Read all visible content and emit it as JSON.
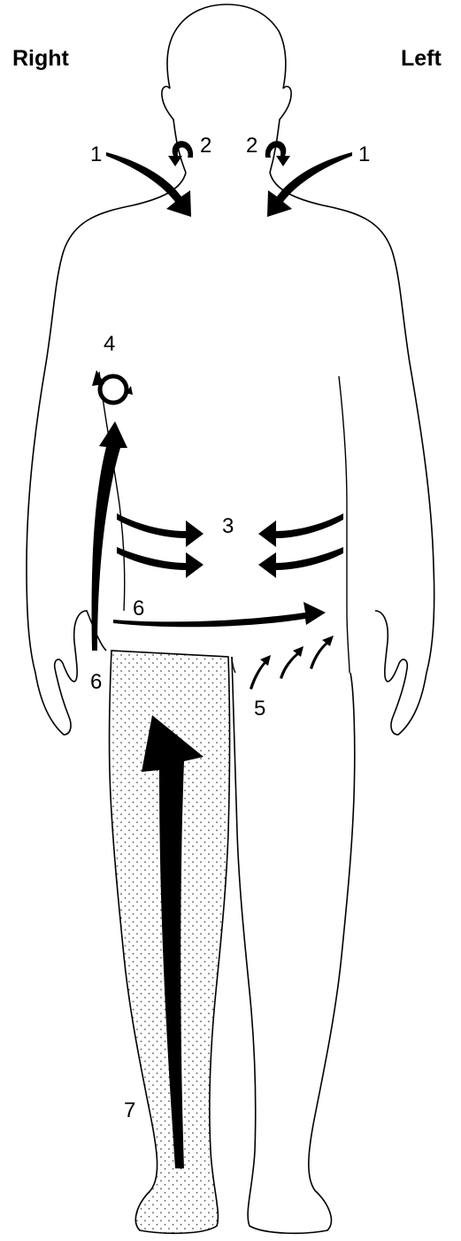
{
  "labels": {
    "right": "Right",
    "left": "Left"
  },
  "markers": {
    "neck_outer_right": "1",
    "neck_outer_left": "1",
    "neck_inner_right": "2",
    "neck_inner_left": "2",
    "abdomen": "3",
    "liver_circle": "4",
    "groin": "5",
    "flank_horizontal": "6",
    "flank_vertical": "6",
    "leg": "7"
  },
  "colors": {
    "outline": "#000000",
    "fill": "#ffffff",
    "stipple": "#555555"
  }
}
